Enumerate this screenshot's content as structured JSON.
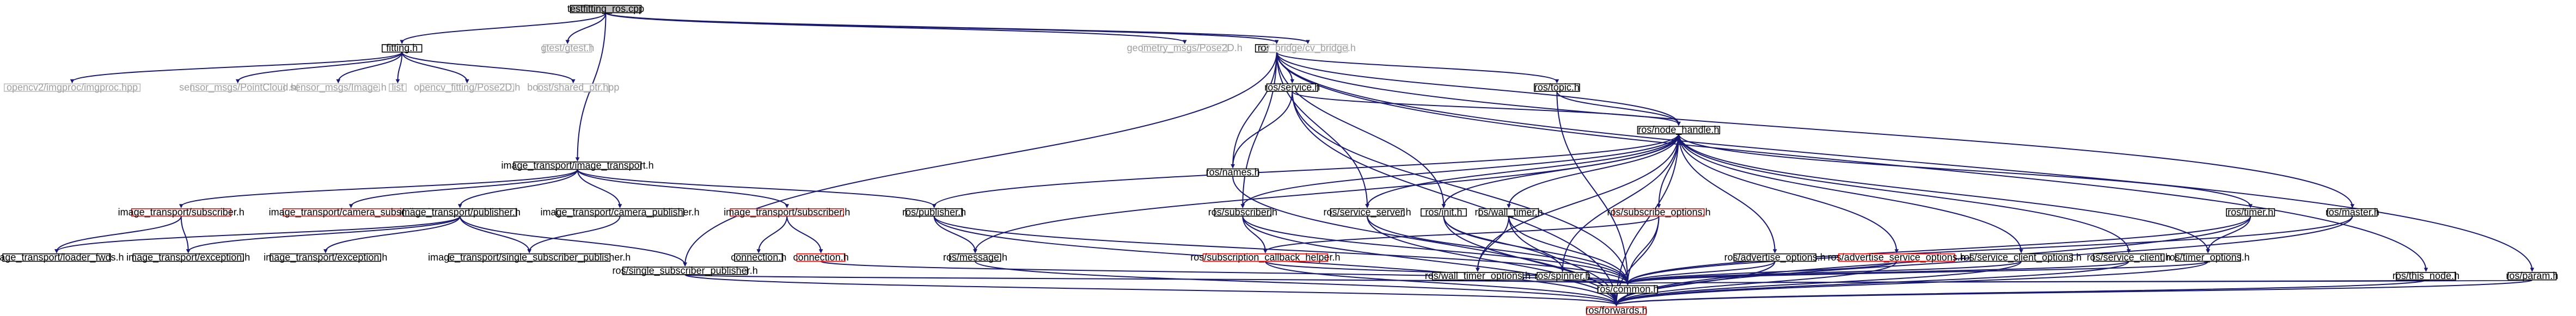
{
  "graph": {
    "nodes": [
      {
        "id": "root",
        "label": "testfitting_ros.cpp",
        "style": "root"
      },
      {
        "id": "fitting",
        "label": "fitting.h",
        "style": "normal"
      },
      {
        "id": "gtest",
        "label": "gtest/gtest.h",
        "style": "grey"
      },
      {
        "id": "image_transport",
        "label": "image_transport/image_transport.h",
        "style": "normal"
      },
      {
        "id": "rosh",
        "label": "ros/ros.h",
        "style": "normal"
      },
      {
        "id": "pose2d_msg",
        "label": "geometry_msgs/Pose2D.h",
        "style": "grey"
      },
      {
        "id": "cvbridge",
        "label": "cv_bridge/cv_bridge.h",
        "style": "grey"
      },
      {
        "id": "opencv",
        "label": "opencv2/imgproc/imgproc.hpp",
        "style": "grey"
      },
      {
        "id": "pointcloud",
        "label": "sensor_msgs/PointCloud.h",
        "style": "grey"
      },
      {
        "id": "image",
        "label": "sensor_msgs/Image.h",
        "style": "grey"
      },
      {
        "id": "list",
        "label": "list",
        "style": "grey"
      },
      {
        "id": "opencv_pose",
        "label": "opencv_fitting/Pose2D.h",
        "style": "grey"
      },
      {
        "id": "shared_ptr",
        "label": "boost/shared_ptr.hpp",
        "style": "grey"
      },
      {
        "id": "it_subscriber",
        "label": "image_transport/subscriber.h",
        "style": "red"
      },
      {
        "id": "it_camera_subscriber",
        "label": "image_transport/camera_subscriber.h",
        "style": "red"
      },
      {
        "id": "it_publisher",
        "label": "image_transport/publisher.h",
        "style": "normal"
      },
      {
        "id": "it_camera_publisher",
        "label": "image_transport/camera_publisher.h",
        "style": "normal"
      },
      {
        "id": "it_transport_subscriber",
        "label": "image_transport/subscriber.h",
        "style": "red"
      },
      {
        "id": "ros_publisher",
        "label": "ros/publisher.h",
        "style": "normal"
      },
      {
        "id": "ros_message",
        "label": "ros/message.h",
        "style": "normal"
      },
      {
        "id": "ros_service",
        "label": "ros/service.h",
        "style": "normal"
      },
      {
        "id": "ros_names",
        "label": "ros/names.h",
        "style": "normal"
      },
      {
        "id": "ros_subscriber",
        "label": "ros/subscriber.h",
        "style": "normal"
      },
      {
        "id": "ros_topic",
        "label": "ros/topic.h",
        "style": "normal"
      },
      {
        "id": "ros_node_handle",
        "label": "ros/node_handle.h",
        "style": "normal"
      },
      {
        "id": "ros_subscribe_options",
        "label": "ros/subscribe_options.h",
        "style": "red"
      },
      {
        "id": "ros_timer",
        "label": "ros/timer.h",
        "style": "normal"
      },
      {
        "id": "ros_master",
        "label": "ros/master.h",
        "style": "normal"
      },
      {
        "id": "ros_this_node",
        "label": "ros/this_node.h",
        "style": "normal"
      },
      {
        "id": "ros_param",
        "label": "ros/param.h",
        "style": "normal"
      },
      {
        "id": "it_loader_fwds",
        "label": "image_transport/loader_fwds.h",
        "style": "normal"
      },
      {
        "id": "it_exception",
        "label": "image_transport/exception.h",
        "style": "normal"
      },
      {
        "id": "it_exception2",
        "label": "image_transport/exception.h",
        "style": "normal"
      },
      {
        "id": "it_single_subscriber_publisher",
        "label": "image_transport/single_subscriber_publisher.h",
        "style": "normal"
      },
      {
        "id": "ros_single_subscriber_publisher",
        "label": "ros/single_subscriber_publisher.h",
        "style": "normal"
      },
      {
        "id": "connection_h",
        "label": "connection.h",
        "style": "normal"
      },
      {
        "id": "connection_h2",
        "label": "connection.h",
        "style": "red"
      },
      {
        "id": "ros_subscription_callback_helper",
        "label": "ros/subscription_callback_helper.h",
        "style": "red"
      },
      {
        "id": "ros_service_server",
        "label": "ros/service_server.h",
        "style": "normal"
      },
      {
        "id": "ros_init",
        "label": "ros/init.h",
        "style": "normal"
      },
      {
        "id": "ros_wall_timer",
        "label": "ros/wall_timer.h",
        "style": "normal"
      },
      {
        "id": "ros_wall_timer_options",
        "label": "ros/wall_timer_options.h",
        "style": "normal"
      },
      {
        "id": "ros_spinner",
        "label": "ros/spinner.h",
        "style": "normal"
      },
      {
        "id": "ros_advertise_options",
        "label": "ros/advertise_options.h",
        "style": "normal"
      },
      {
        "id": "ros_advertise_service_options",
        "label": "ros/advertise_service_options.h",
        "style": "red"
      },
      {
        "id": "ros_service_client_options",
        "label": "ros/service_client_options.h",
        "style": "normal"
      },
      {
        "id": "ros_service_client",
        "label": "ros/service_client.h",
        "style": "normal"
      },
      {
        "id": "ros_timer_options",
        "label": "ros/timer_options.h",
        "style": "normal"
      },
      {
        "id": "ros_common",
        "label": "ros/common.h",
        "style": "normal"
      },
      {
        "id": "ros_forwards",
        "label": "ros/forwards.h",
        "style": "red"
      }
    ],
    "edges": [
      [
        "root",
        "fitting"
      ],
      [
        "root",
        "gtest"
      ],
      [
        "root",
        "image_transport"
      ],
      [
        "root",
        "rosh"
      ],
      [
        "root",
        "pose2d_msg"
      ],
      [
        "root",
        "cvbridge"
      ],
      [
        "fitting",
        "opencv"
      ],
      [
        "fitting",
        "pointcloud"
      ],
      [
        "fitting",
        "image"
      ],
      [
        "fitting",
        "list"
      ],
      [
        "fitting",
        "opencv_pose"
      ],
      [
        "fitting",
        "shared_ptr"
      ],
      [
        "image_transport",
        "it_subscriber"
      ],
      [
        "image_transport",
        "it_camera_subscriber"
      ],
      [
        "image_transport",
        "it_publisher"
      ],
      [
        "image_transport",
        "it_camera_publisher"
      ],
      [
        "image_transport",
        "it_transport_subscriber"
      ],
      [
        "image_transport",
        "ros_publisher"
      ],
      [
        "it_subscriber",
        "it_loader_fwds"
      ],
      [
        "it_subscriber",
        "it_exception"
      ],
      [
        "it_publisher",
        "it_loader_fwds"
      ],
      [
        "it_publisher",
        "it_exception"
      ],
      [
        "it_publisher",
        "it_exception2"
      ],
      [
        "it_publisher",
        "it_single_subscriber_publisher"
      ],
      [
        "it_publisher",
        "ros_single_subscriber_publisher"
      ],
      [
        "it_camera_publisher",
        "it_single_subscriber_publisher"
      ],
      [
        "it_transport_subscriber",
        "connection_h"
      ],
      [
        "it_transport_subscriber",
        "connection_h2"
      ],
      [
        "rosh",
        "ros_service"
      ],
      [
        "rosh",
        "ros_names"
      ],
      [
        "rosh",
        "ros_subscriber"
      ],
      [
        "rosh",
        "ros_topic"
      ],
      [
        "rosh",
        "ros_node_handle"
      ],
      [
        "rosh",
        "ros_init"
      ],
      [
        "rosh",
        "ros_master"
      ],
      [
        "rosh",
        "ros_this_node"
      ],
      [
        "rosh",
        "ros_param"
      ],
      [
        "rosh",
        "ros_single_subscriber_publisher"
      ],
      [
        "rosh",
        "ros_service_server"
      ],
      [
        "ros_service",
        "ros_names"
      ],
      [
        "ros_service",
        "ros_node_handle"
      ],
      [
        "ros_service",
        "ros_common"
      ],
      [
        "ros_service",
        "ros_forwards"
      ],
      [
        "ros_topic",
        "ros_node_handle"
      ],
      [
        "ros_topic",
        "ros_common"
      ],
      [
        "ros_node_handle",
        "ros_publisher"
      ],
      [
        "ros_node_handle",
        "ros_subscriber"
      ],
      [
        "ros_node_handle",
        "ros_service_server"
      ],
      [
        "ros_node_handle",
        "ros_init"
      ],
      [
        "ros_node_handle",
        "ros_wall_timer"
      ],
      [
        "ros_node_handle",
        "ros_subscribe_options"
      ],
      [
        "ros_node_handle",
        "ros_advertise_options"
      ],
      [
        "ros_node_handle",
        "ros_advertise_service_options"
      ],
      [
        "ros_node_handle",
        "ros_service_client_options"
      ],
      [
        "ros_node_handle",
        "ros_service_client"
      ],
      [
        "ros_node_handle",
        "ros_timer"
      ],
      [
        "ros_node_handle",
        "ros_timer_options"
      ],
      [
        "ros_node_handle",
        "ros_spinner"
      ],
      [
        "ros_node_handle",
        "ros_wall_timer_options"
      ],
      [
        "ros_node_handle",
        "ros_message"
      ],
      [
        "ros_node_handle",
        "ros_forwards"
      ],
      [
        "ros_publisher",
        "ros_message"
      ],
      [
        "ros_publisher",
        "ros_common"
      ],
      [
        "ros_publisher",
        "ros_forwards"
      ],
      [
        "ros_names",
        "ros_forwards"
      ],
      [
        "ros_subscriber",
        "ros_subscription_callback_helper"
      ],
      [
        "ros_subscriber",
        "ros_common"
      ],
      [
        "ros_subscriber",
        "ros_forwards"
      ],
      [
        "ros_subscribe_options",
        "ros_subscription_callback_helper"
      ],
      [
        "ros_subscribe_options",
        "ros_common"
      ],
      [
        "ros_subscribe_options",
        "ros_forwards"
      ],
      [
        "ros_init",
        "ros_spinner"
      ],
      [
        "ros_init",
        "ros_common"
      ],
      [
        "ros_init",
        "ros_forwards"
      ],
      [
        "ros_wall_timer",
        "ros_wall_timer_options"
      ],
      [
        "ros_wall_timer",
        "ros_common"
      ],
      [
        "ros_wall_timer",
        "ros_forwards"
      ],
      [
        "ros_wall_timer_options",
        "ros_common"
      ],
      [
        "ros_spinner",
        "ros_common"
      ],
      [
        "ros_service_server",
        "ros_common"
      ],
      [
        "ros_service_server",
        "ros_forwards"
      ],
      [
        "ros_advertise_options",
        "ros_common"
      ],
      [
        "ros_advertise_options",
        "ros_forwards"
      ],
      [
        "ros_advertise_service_options",
        "ros_common"
      ],
      [
        "ros_advertise_service_options",
        "ros_forwards"
      ],
      [
        "ros_service_client_options",
        "ros_common"
      ],
      [
        "ros_service_client_options",
        "ros_forwards"
      ],
      [
        "ros_service_client",
        "ros_common"
      ],
      [
        "ros_service_client",
        "ros_forwards"
      ],
      [
        "ros_timer",
        "ros_timer_options"
      ],
      [
        "ros_timer",
        "ros_common"
      ],
      [
        "ros_timer",
        "ros_forwards"
      ],
      [
        "ros_timer_options",
        "ros_common"
      ],
      [
        "ros_timer_options",
        "ros_forwards"
      ],
      [
        "ros_master",
        "ros_common"
      ],
      [
        "ros_master",
        "ros_forwards"
      ],
      [
        "ros_this_node",
        "ros_common"
      ],
      [
        "ros_this_node",
        "ros_forwards"
      ],
      [
        "ros_param",
        "ros_common"
      ],
      [
        "ros_param",
        "ros_forwards"
      ],
      [
        "ros_single_subscriber_publisher",
        "ros_common"
      ],
      [
        "ros_single_subscriber_publisher",
        "ros_forwards"
      ],
      [
        "ros_subscription_callback_helper",
        "ros_common"
      ],
      [
        "ros_subscription_callback_helper",
        "ros_forwards"
      ],
      [
        "ros_message",
        "ros_forwards"
      ],
      [
        "connection_h2",
        "ros_common"
      ],
      [
        "ros_common",
        "ros_forwards"
      ]
    ]
  },
  "colors": {
    "edge": "#191970",
    "normal_border": "#000000",
    "grey_border": "#bfbfbf",
    "grey_text": "#a0a0a0",
    "red_border": "#ff0000",
    "root_fill": "#bfbfbf",
    "fill": "#ffffff",
    "text": "#000000"
  }
}
